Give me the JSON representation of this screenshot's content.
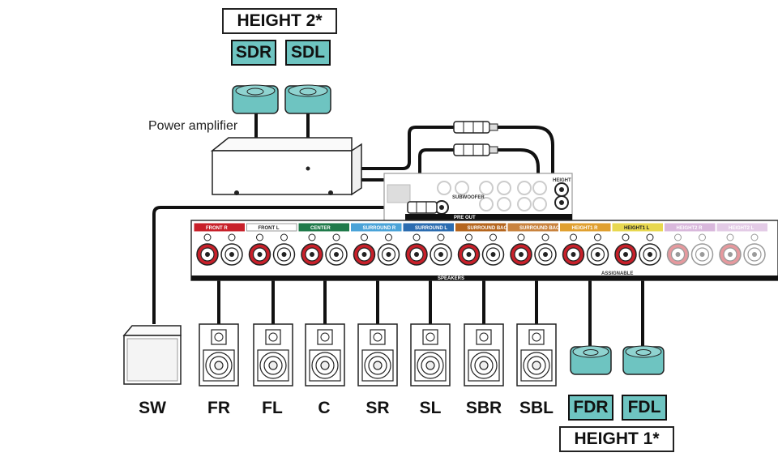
{
  "height2": {
    "title": "HEIGHT 2*",
    "tags": [
      "SDR",
      "SDL"
    ]
  },
  "height1": {
    "title": "HEIGHT 1*",
    "tags": [
      "FDR",
      "FDL"
    ]
  },
  "power_amplifier_label": "Power amplifier",
  "receiver": {
    "preout_label": "PRE OUT",
    "subwoofer_label": "SUBWOOFER",
    "height_preout_label": "HEIGHT",
    "speakers_label": "SPEAKERS",
    "assignable_label": "ASSIGNABLE",
    "channels": [
      {
        "name": "FRONT",
        "side": "R",
        "color": "#c8202a"
      },
      {
        "name": "FRONT",
        "side": "L",
        "color": "#ffffff"
      },
      {
        "name": "CENTER",
        "side": "",
        "color": "#1f7a4a"
      },
      {
        "name": "SURROUND",
        "side": "R",
        "color": "#4aa3d8"
      },
      {
        "name": "SURROUND",
        "side": "L",
        "color": "#2b6cb0"
      },
      {
        "name": "SURROUND BACK",
        "side": "R",
        "color": "#b5651d"
      },
      {
        "name": "SURROUND BACK",
        "side": "L",
        "color": "#c9833f"
      },
      {
        "name": "HEIGHT1",
        "side": "R",
        "color": "#e0a030"
      },
      {
        "name": "HEIGHT1",
        "side": "L",
        "color": "#e8d850"
      },
      {
        "name": "HEIGHT2",
        "side": "R",
        "color": "#d9b8dc"
      },
      {
        "name": "HEIGHT2",
        "side": "L",
        "color": "#e3cbe6"
      }
    ]
  },
  "speakers": [
    "SW",
    "FR",
    "FL",
    "C",
    "SR",
    "SL",
    "SBR",
    "SBL"
  ],
  "colors": {
    "teal": "#6ec4c1",
    "red_terminal": "#c8202a",
    "line": "#111111"
  }
}
